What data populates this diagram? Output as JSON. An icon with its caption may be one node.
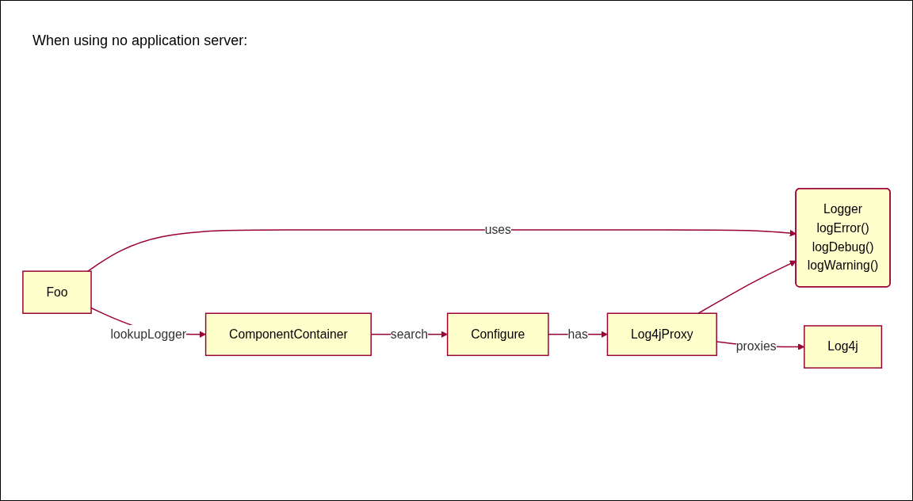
{
  "diagram": {
    "title": "When using no application server:",
    "nodes": [
      {
        "text": [
          "Foo"
        ]
      },
      {
        "text": [
          "ComponentContainer"
        ]
      },
      {
        "text": [
          "Configure"
        ]
      },
      {
        "text": [
          "Log4jProxy"
        ]
      },
      {
        "text": [
          "Logger",
          "logError()",
          "logDebug()",
          "logWarning()"
        ]
      },
      {
        "text": [
          "Log4j"
        ]
      }
    ],
    "edges": [
      {
        "from": 0,
        "to": 1,
        "arrow": "to",
        "label": "lookupLogger"
      },
      {
        "from": 1,
        "to": 2,
        "arrow": "to",
        "label": "search"
      },
      {
        "from": 2,
        "to": 3,
        "arrow": "to",
        "label": "has"
      },
      {
        "from": 0,
        "to": 4,
        "arrow": "to",
        "label": "uses"
      },
      {
        "from": 3,
        "to": 4,
        "arrow": "to"
      },
      {
        "from": 3,
        "to": 5,
        "arrow": "to",
        "label": "proxies"
      }
    ]
  }
}
